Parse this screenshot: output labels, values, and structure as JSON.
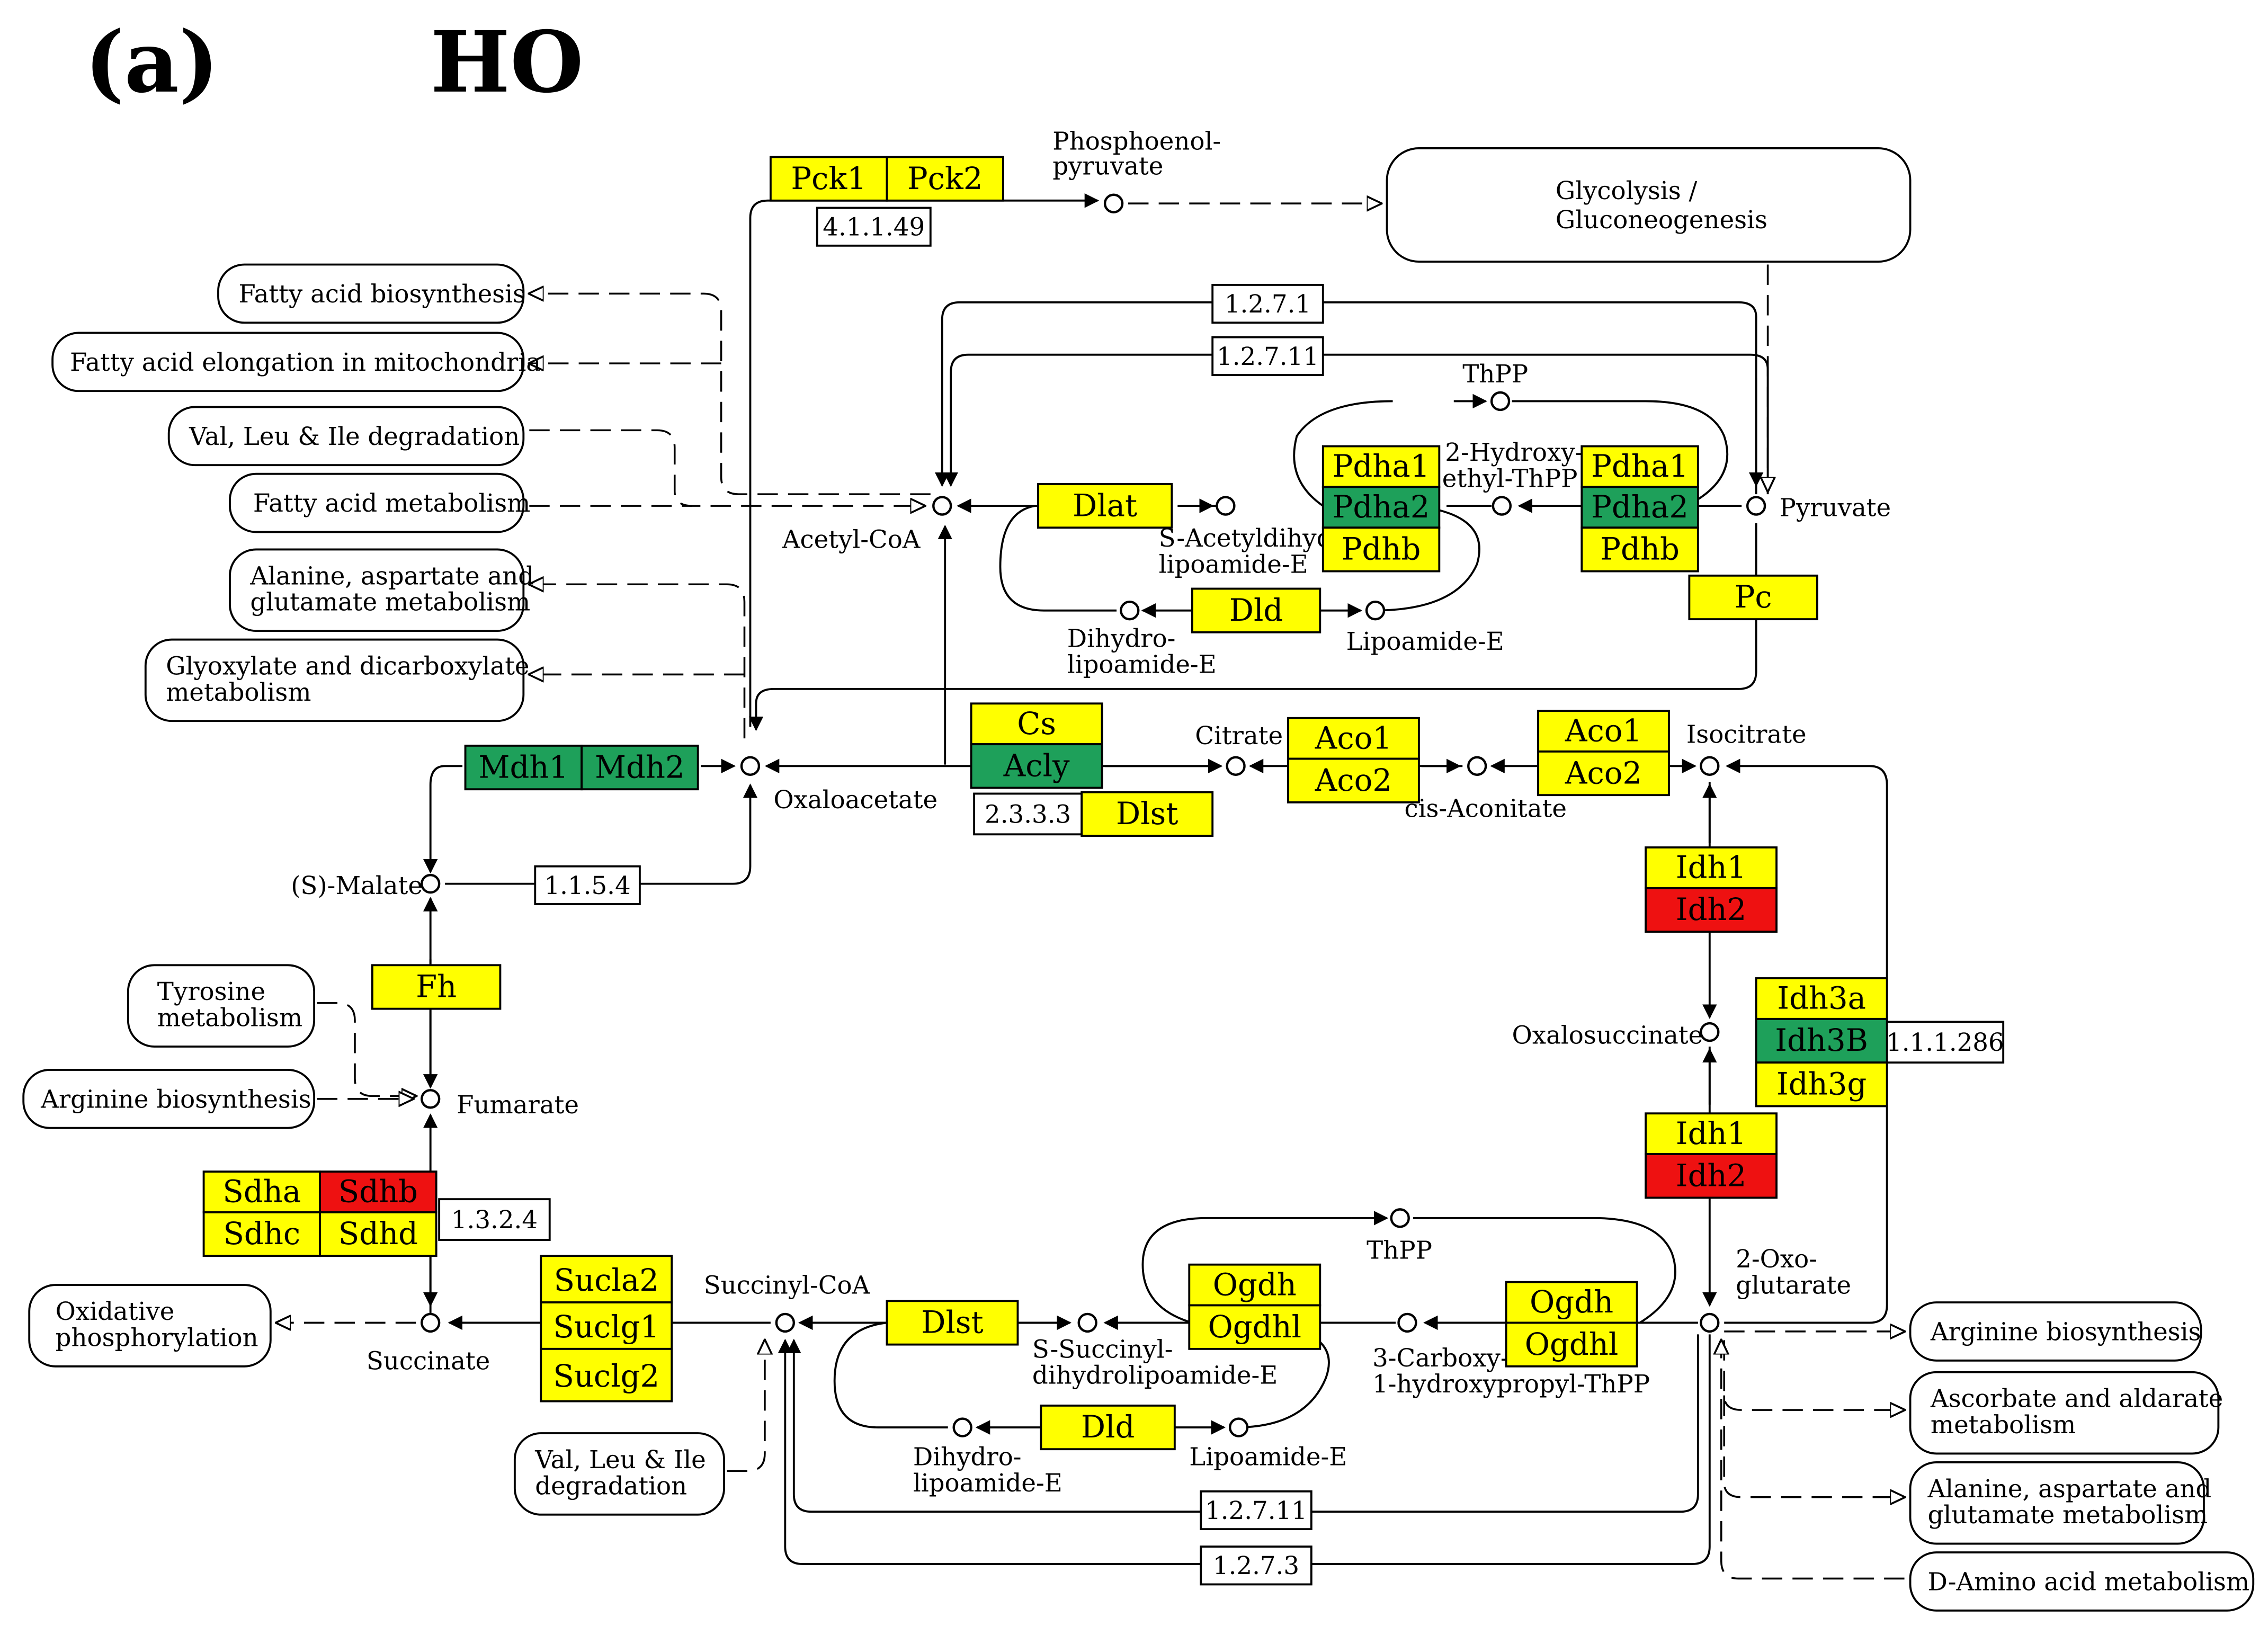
{
  "figure": {
    "panel_label": "(a)",
    "title": "HO"
  },
  "colors": {
    "yellow": "#ffff00",
    "green": "#1ea05a",
    "red": "#ee1111",
    "white": "#ffffff",
    "line": "#000000"
  },
  "nodes": {
    "pep": "Phosphoenol-",
    "pep2": "pyruvate",
    "acetyl_coa": "Acetyl-CoA",
    "pyruvate": "Pyruvate",
    "thpp_top": "ThPP",
    "hydroxyethyl1": "2-Hydroxy-",
    "hydroxyethyl2": "ethyl-ThPP",
    "s_acetyl1": "S-Acetyldihyd",
    "s_acetyl2": "lipoamide-E",
    "dihydro_top1": "Dihydro-",
    "dihydro_top2": "lipoamide-E",
    "lipoamide_top": "Lipoamide-E",
    "oxaloacetate": "Oxaloacetate",
    "citrate": "Citrate",
    "cis_aconitate": "cis-Aconitate",
    "isocitrate": "Isocitrate",
    "malate": "(S)-Malate",
    "fumarate": "Fumarate",
    "oxalosuccinate": "Oxalosuccinate",
    "succinate": "Succinate",
    "succinyl_coa": "Succinyl-CoA",
    "s_succinyl1": "S-Succinyl-",
    "s_succinyl2": "dihydrolipoamide-E",
    "thpp_bottom": "ThPP",
    "carboxy1": "3-Carboxy-",
    "carboxy2": "1-hydroxypropyl-ThPP",
    "oxo1": "2-Oxo-",
    "oxo2": "glutarate",
    "dihydro_bot1": "Dihydro-",
    "dihydro_bot2": "lipoamide-E",
    "lipoamide_bot": "Lipoamide-E"
  },
  "pathways": {
    "glycolysis1": "Glycolysis /",
    "glycolysis2": "Gluconeogenesis",
    "fa_biosynthesis": "Fatty acid biosynthesis",
    "fa_elongation": "Fatty acid elongation in mitochondria",
    "val_leu_ile_top": "Val, Leu & Ile degradation",
    "fa_metabolism": "Fatty acid metabolism",
    "ala_asp_glu_top1": "Alanine, aspartate and",
    "ala_asp_glu_top2": "glutamate metabolism",
    "glyoxylate1": "Glyoxylate and dicarboxylate",
    "glyoxylate2": "metabolism",
    "tyrosine1": "Tyrosine",
    "tyrosine2": "metabolism",
    "arginine_left": "Arginine biosynthesis",
    "oxidative1": "Oxidative",
    "oxidative2": "phosphorylation",
    "val_leu_ile_bot1": "Val, Leu & Ile",
    "val_leu_ile_bot2": "degradation",
    "arginine_right": "Arginine biosynthesis",
    "ascorbate1": "Ascorbate and aldarate",
    "ascorbate2": "metabolism",
    "ala_asp_glu_bot1": "Alanine, aspartate and",
    "ala_asp_glu_bot2": "glutamate metabolism",
    "d_amino": "D-Amino acid metabolism"
  },
  "genes": {
    "pck1": {
      "label": "Pck1",
      "color": "#ffff00"
    },
    "pck2": {
      "label": "Pck2",
      "color": "#ffff00"
    },
    "dlat": {
      "label": "Dlat",
      "color": "#ffff00"
    },
    "pdha1_a": {
      "label": "Pdha1",
      "color": "#ffff00"
    },
    "pdha2_a": {
      "label": "Pdha2",
      "color": "#1ea05a"
    },
    "pdhb_a": {
      "label": "Pdhb",
      "color": "#ffff00"
    },
    "pdha1_b": {
      "label": "Pdha1",
      "color": "#ffff00"
    },
    "pdha2_b": {
      "label": "Pdha2",
      "color": "#1ea05a"
    },
    "pdhb_b": {
      "label": "Pdhb",
      "color": "#ffff00"
    },
    "pc": {
      "label": "Pc",
      "color": "#ffff00"
    },
    "dld_top": {
      "label": "Dld",
      "color": "#ffff00"
    },
    "mdh1": {
      "label": "Mdh1",
      "color": "#1ea05a"
    },
    "mdh2": {
      "label": "Mdh2",
      "color": "#1ea05a"
    },
    "cs": {
      "label": "Cs",
      "color": "#ffff00"
    },
    "acly": {
      "label": "Acly",
      "color": "#1ea05a"
    },
    "dlst_top": {
      "label": "Dlst",
      "color": "#ffff00"
    },
    "aco1_a": {
      "label": "Aco1",
      "color": "#ffff00"
    },
    "aco2_a": {
      "label": "Aco2",
      "color": "#ffff00"
    },
    "aco1_b": {
      "label": "Aco1",
      "color": "#ffff00"
    },
    "aco2_b": {
      "label": "Aco2",
      "color": "#ffff00"
    },
    "idh1_a": {
      "label": "Idh1",
      "color": "#ffff00"
    },
    "idh2_a": {
      "label": "Idh2",
      "color": "#ee1111"
    },
    "idh3a": {
      "label": "Idh3a",
      "color": "#ffff00"
    },
    "idh3b": {
      "label": "Idh3B",
      "color": "#1ea05a"
    },
    "idh3g": {
      "label": "Idh3g",
      "color": "#ffff00"
    },
    "idh1_b": {
      "label": "Idh1",
      "color": "#ffff00"
    },
    "idh2_b": {
      "label": "Idh2",
      "color": "#ee1111"
    },
    "fh": {
      "label": "Fh",
      "color": "#ffff00"
    },
    "sdha": {
      "label": "Sdha",
      "color": "#ffff00"
    },
    "sdhb": {
      "label": "Sdhb",
      "color": "#ee1111"
    },
    "sdhc": {
      "label": "Sdhc",
      "color": "#ffff00"
    },
    "sdhd": {
      "label": "Sdhd",
      "color": "#ffff00"
    },
    "sucla2": {
      "label": "Sucla2",
      "color": "#ffff00"
    },
    "suclg1": {
      "label": "Suclg1",
      "color": "#ffff00"
    },
    "suclg2": {
      "label": "Suclg2",
      "color": "#ffff00"
    },
    "dlst_bot": {
      "label": "Dlst",
      "color": "#ffff00"
    },
    "ogdh": {
      "label": "Ogdh",
      "color": "#ffff00"
    },
    "ogdhl": {
      "label": "Ogdhl",
      "color": "#ffff00"
    },
    "ogdh_b": {
      "label": "Ogdh",
      "color": "#ffff00"
    },
    "ogdhl_b": {
      "label": "Ogdhl",
      "color": "#ffff00"
    },
    "dld_bot": {
      "label": "Dld",
      "color": "#ffff00"
    }
  },
  "enzymes": {
    "ec_41149": "4.1.1.49",
    "ec_1271_top": "1.2.7.1",
    "ec_12711_top": "1.2.7.11",
    "ec_2333": "2.3.3.3",
    "ec_1154": "1.1.5.4",
    "ec_11286": "1.1.1.286",
    "ec_1324": "1.3.2.4",
    "ec_12711_bot": "1.2.7.11",
    "ec_1273": "1.2.7.3"
  }
}
